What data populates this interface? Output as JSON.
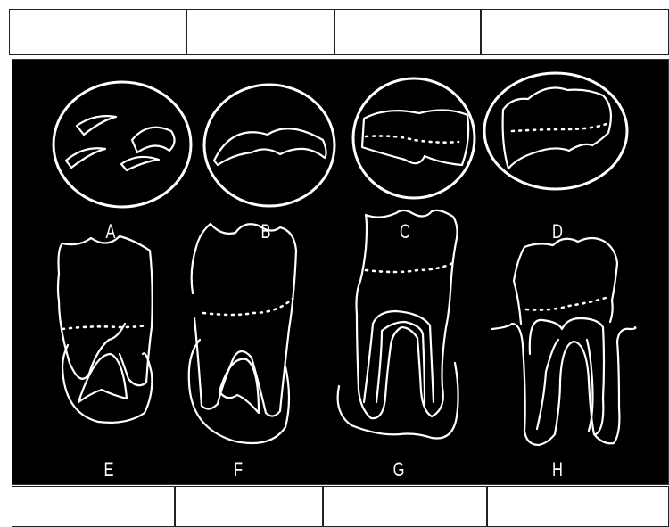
{
  "figure": {
    "background": "#000000",
    "stroke_color": "#ffffff",
    "stages": [
      {
        "label": "A",
        "description_icon": "crypt-stage-icon"
      },
      {
        "label": "B",
        "description_icon": "bell-stage-icon"
      },
      {
        "label": "C",
        "description_icon": "crown-stage-icon"
      },
      {
        "label": "D",
        "description_icon": "crown-enamel-stage-icon"
      },
      {
        "label": "E",
        "description_icon": "root-start-icon"
      },
      {
        "label": "F",
        "description_icon": "root-growth-icon"
      },
      {
        "label": "G",
        "description_icon": "root-elongation-icon"
      },
      {
        "label": "H",
        "description_icon": "erupted-tooth-icon"
      }
    ]
  },
  "table_top": {
    "cells": [
      "",
      "",
      "",
      ""
    ]
  },
  "table_bottom": {
    "cells": [
      "",
      "",
      "",
      ""
    ]
  }
}
